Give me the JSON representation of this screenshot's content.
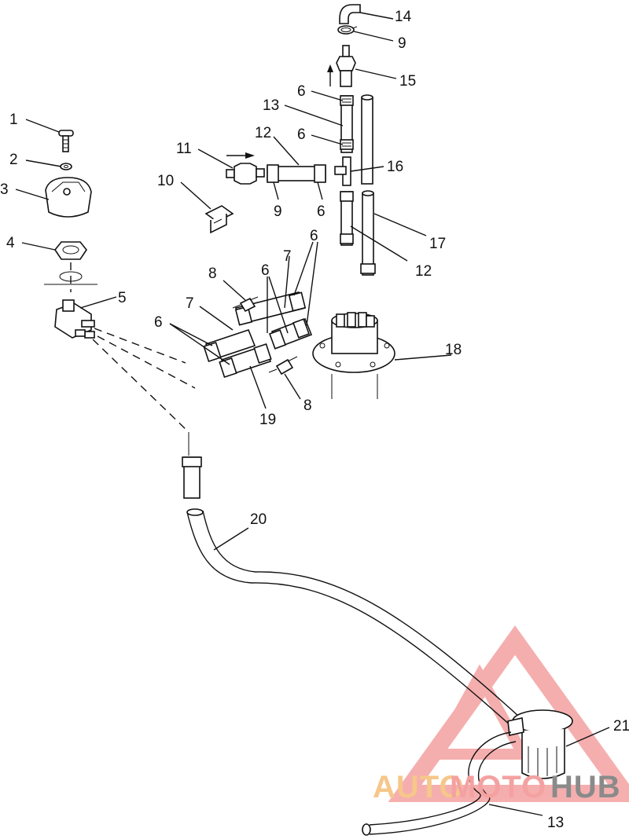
{
  "callouts": [
    {
      "id": "c1",
      "text": "1"
    },
    {
      "id": "c2",
      "text": "2"
    },
    {
      "id": "c3",
      "text": "3"
    },
    {
      "id": "c4",
      "text": "4"
    },
    {
      "id": "c5",
      "text": "5"
    },
    {
      "id": "c6a",
      "text": "6"
    },
    {
      "id": "c6b",
      "text": "6"
    },
    {
      "id": "c6c",
      "text": "6"
    },
    {
      "id": "c6d",
      "text": "6"
    },
    {
      "id": "c6e",
      "text": "6"
    },
    {
      "id": "c6f",
      "text": "6"
    },
    {
      "id": "c7a",
      "text": "7"
    },
    {
      "id": "c7b",
      "text": "7"
    },
    {
      "id": "c8a",
      "text": "8"
    },
    {
      "id": "c8b",
      "text": "8"
    },
    {
      "id": "c9a",
      "text": "9"
    },
    {
      "id": "c9b",
      "text": "9"
    },
    {
      "id": "c10",
      "text": "10"
    },
    {
      "id": "c11",
      "text": "11"
    },
    {
      "id": "c12a",
      "text": "12"
    },
    {
      "id": "c12b",
      "text": "12"
    },
    {
      "id": "c13a",
      "text": "13"
    },
    {
      "id": "c13b",
      "text": "13"
    },
    {
      "id": "c14",
      "text": "14"
    },
    {
      "id": "c15",
      "text": "15"
    },
    {
      "id": "c16",
      "text": "16"
    },
    {
      "id": "c17",
      "text": "17"
    },
    {
      "id": "c18",
      "text": "18"
    },
    {
      "id": "c19",
      "text": "19"
    },
    {
      "id": "c20",
      "text": "20"
    },
    {
      "id": "c21",
      "text": "21"
    }
  ],
  "watermark": {
    "text_part1": "AUTO",
    "text_part2": "MOTO",
    "text_part3": "HUB",
    "color_primary": "#f4a1a1",
    "color_accent": "#f6c78a",
    "color_text": "#8a8a8a"
  }
}
